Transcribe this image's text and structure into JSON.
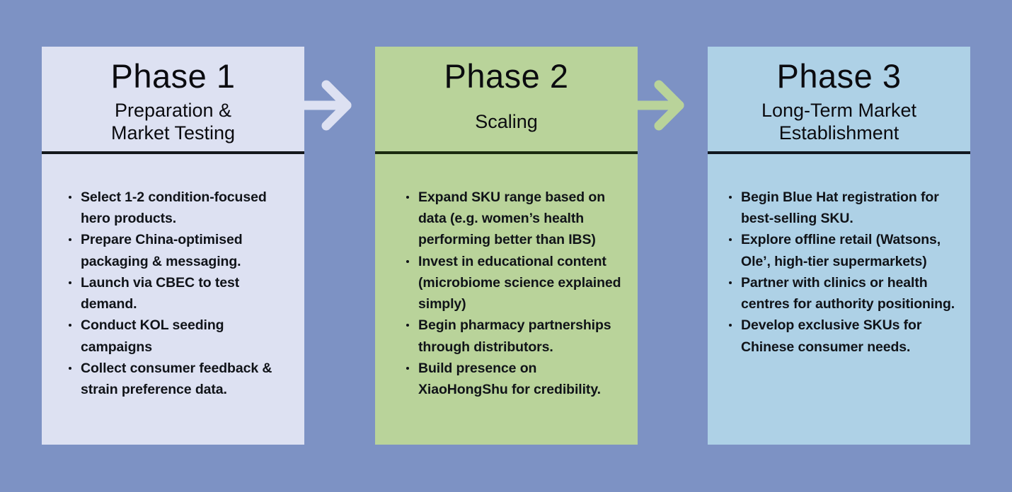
{
  "meta": {
    "background_color": "#7d92c4",
    "text_color": "#101318"
  },
  "phases": [
    {
      "title": "Phase 1",
      "subtitle": "Preparation &\nMarket Testing",
      "subtitle_line_1": "Preparation &",
      "subtitle_line_2": "Market Testing",
      "card_color": "#dde1f2",
      "divider_color": "#14181c",
      "bullets": [
        "Select 1-2 condition-focused hero products.",
        "Prepare China-optimised packaging & messaging.",
        "Launch via CBEC to test demand.",
        "Conduct KOL seeding campaigns",
        "Collect consumer feedback & strain preference data."
      ]
    },
    {
      "title": "Phase 2",
      "subtitle": "Scaling",
      "subtitle_line_1": "Scaling",
      "subtitle_line_2": "",
      "card_color": "#b9d39a",
      "divider_color": "#1b2a10",
      "bullets": [
        "Expand SKU range based on data (e.g. women’s health performing better than IBS)",
        "Invest in educational content (microbiome science explained simply)",
        "Begin pharmacy partnerships through distributors.",
        "Build presence on XiaoHongShu for credibility."
      ]
    },
    {
      "title": "Phase 3",
      "subtitle": "Long-Term Market\nEstablishment",
      "subtitle_line_1": "Long-Term Market",
      "subtitle_line_2": "Establishment",
      "card_color": "#aed1e6",
      "divider_color": "#111820",
      "bullets": [
        "Begin Blue Hat registration for best-selling SKU.",
        "Explore offline retail (Watsons, Ole’, high-tier supermarkets)",
        "Partner with clinics or health centres for authority positioning.",
        "Develop exclusive SKUs for Chinese consumer needs."
      ]
    }
  ],
  "arrows": [
    {
      "name": "arrow-phase1-to-phase2",
      "color": "#dde1f2"
    },
    {
      "name": "arrow-phase2-to-phase3",
      "color": "#b9d39a"
    }
  ]
}
